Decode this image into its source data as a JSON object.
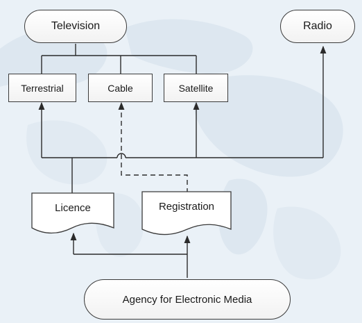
{
  "nodes": {
    "television": "Television",
    "radio": "Radio",
    "terrestrial": "Terrestrial",
    "cable": "Cable",
    "satellite": "Satellite",
    "licence": "Licence",
    "registration": "Registration",
    "agency": "Agency for Electronic Media"
  },
  "colors": {
    "background": "#eaf1f7",
    "land": "#dbe6ef",
    "line": "#2b2b2b",
    "node_fill": "#ffffff"
  }
}
